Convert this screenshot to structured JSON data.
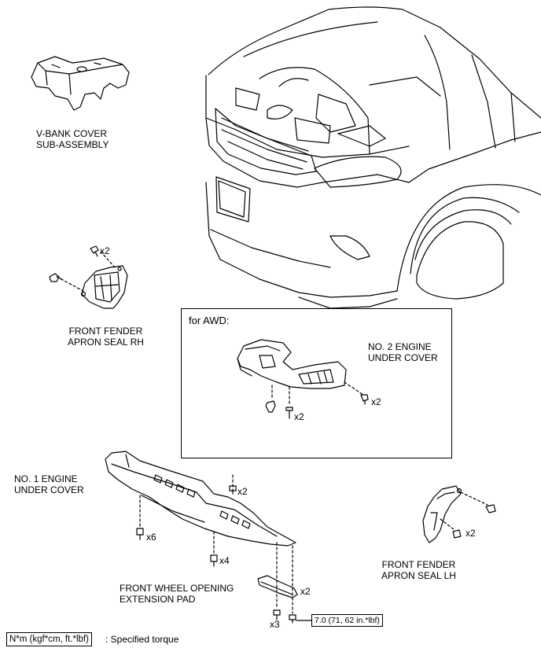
{
  "labels": {
    "vbank": [
      "V-BANK COVER",
      "SUB-ASSEMBLY"
    ],
    "fender_rh": [
      "FRONT FENDER",
      "APRON SEAL RH"
    ],
    "fender_lh": [
      "FRONT FENDER",
      "APRON SEAL LH"
    ],
    "awd_title": "for AWD:",
    "no2_cover": [
      "NO. 2 ENGINE",
      "UNDER COVER"
    ],
    "no1_cover": [
      "NO. 1 ENGINE",
      "UNDER COVER"
    ],
    "ext_pad": [
      "FRONT WHEEL OPENING",
      "EXTENSION PAD"
    ]
  },
  "quantities": {
    "rh_top": "x2",
    "awd_left": "x2",
    "awd_right": "x2",
    "no1_right": "x2",
    "no1_left": "x6",
    "no1_bottom": "x4",
    "pad_right": "x2",
    "pad_bottom": "x3",
    "lh_bolt": "x2"
  },
  "torque_value": "7.0 (71, 62 in.*lbf)",
  "legend": {
    "box": "N*m (kgf*cm, ft.*lbf)",
    "text": ": Specified torque"
  }
}
